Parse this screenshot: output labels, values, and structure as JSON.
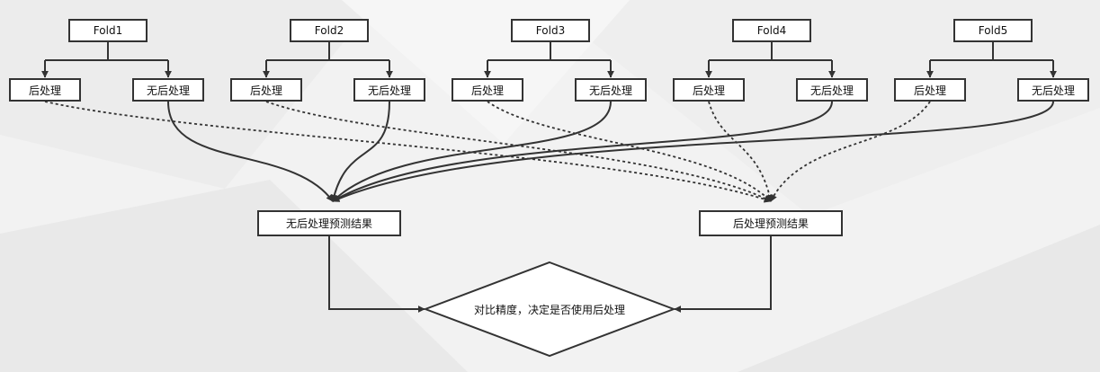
{
  "folds": [
    {
      "name": "Fold1",
      "post_label": "后处理",
      "nopost_label": "无后处理"
    },
    {
      "name": "Fold2",
      "post_label": "后处理",
      "nopost_label": "无后处理"
    },
    {
      "name": "Fold3",
      "post_label": "后处理",
      "nopost_label": "无后处理"
    },
    {
      "name": "Fold4",
      "post_label": "后处理",
      "nopost_label": "无后处理"
    },
    {
      "name": "Fold5",
      "post_label": "后处理",
      "nopost_label": "无后处理"
    }
  ],
  "results": {
    "nopost": "无后处理预测结果",
    "post": "后处理预测结果"
  },
  "decision": "对比精度，决定是否使用后处理",
  "colors": {
    "stroke": "#333333",
    "box_fill": "#ffffff",
    "background": "#f2f2f2"
  }
}
